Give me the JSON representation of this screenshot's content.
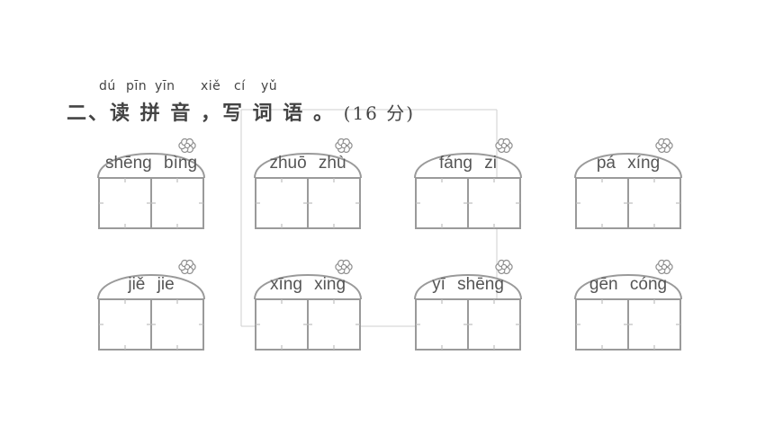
{
  "heading": {
    "pinyin": [
      "dú",
      "pīn",
      "yīn",
      "xiě",
      "cí",
      "yǔ"
    ],
    "number": "二、",
    "text": "读 拼 音 ，写 词 语 。",
    "score": "(16 分)"
  },
  "cards": [
    {
      "pinyin": "shēng bìng"
    },
    {
      "pinyin": "zhuō zhù"
    },
    {
      "pinyin": "fáng zi"
    },
    {
      "pinyin": "pá xíng"
    },
    {
      "pinyin": "jiě jie"
    },
    {
      "pinyin": "xīng xing"
    },
    {
      "pinyin": "yī shēng"
    },
    {
      "pinyin": "gēn cóng"
    }
  ]
}
